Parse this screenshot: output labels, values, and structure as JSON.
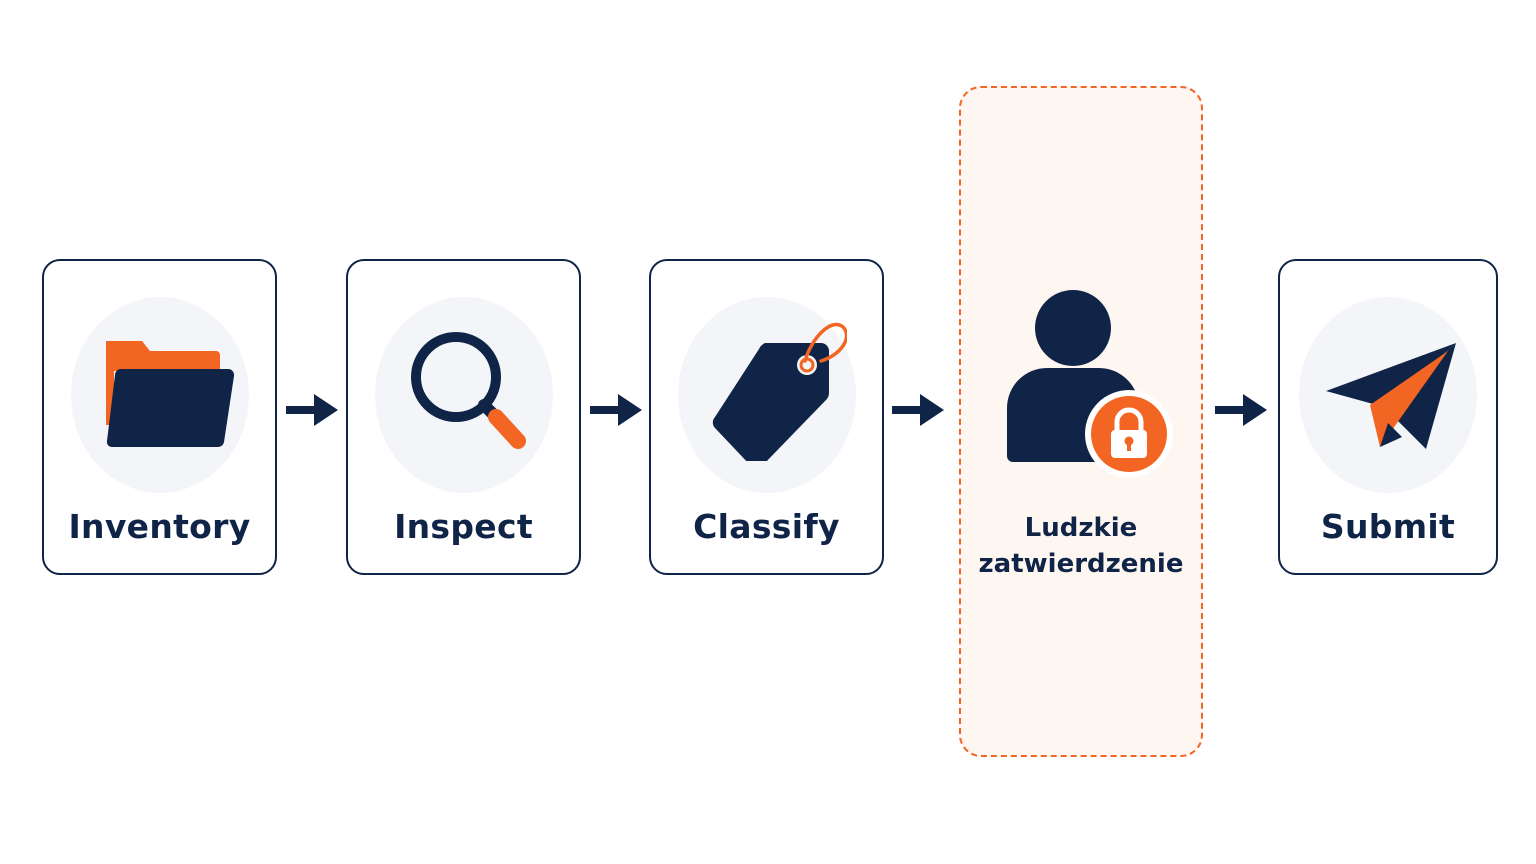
{
  "steps": [
    {
      "label": "Inventory",
      "icon": "folder-icon"
    },
    {
      "label": "Inspect",
      "icon": "magnifier-icon"
    },
    {
      "label": "Classify",
      "icon": "tag-icon"
    },
    {
      "label": "Ludzkie zatwierdzenie",
      "line1": "Ludzkie",
      "line2": "zatwierdzenie",
      "icon": "user-lock-icon"
    },
    {
      "label": "Submit",
      "icon": "paper-plane-icon"
    }
  ],
  "colors": {
    "navy": "#0f2447",
    "orange": "#f26522",
    "highlight_fill": "#fef6f1",
    "halo": "#f3f5f9"
  }
}
